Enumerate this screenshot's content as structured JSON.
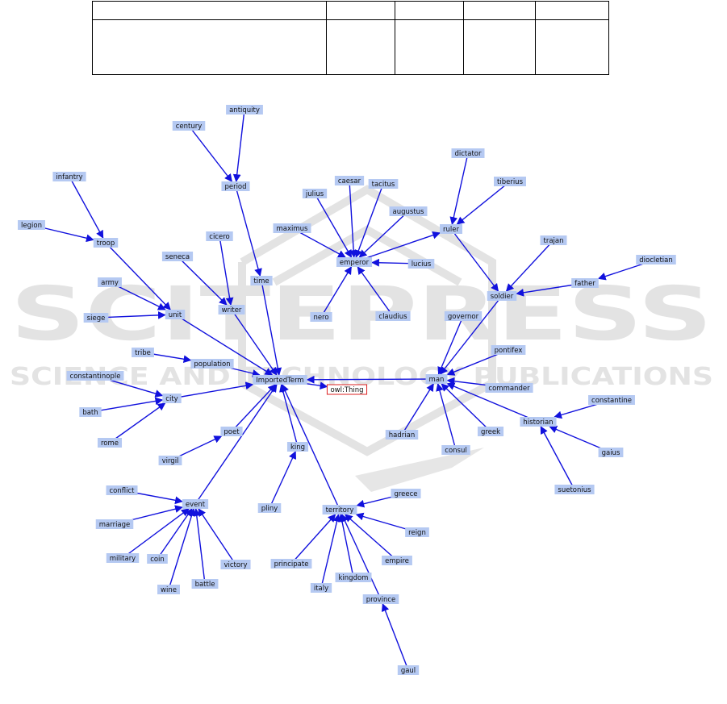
{
  "watermark": {
    "line1": "SCITEPRESS",
    "line2": "SCIENCE AND TECHNOLOGY PUBLICATIONS"
  },
  "colors": {
    "edge": "#1111dd",
    "node_fill": "#b5c9f2",
    "root_border": "#dd2222",
    "watermark": "#e3e3e3"
  },
  "graph": {
    "nodes": [
      {
        "id": "antiquity",
        "label": "antiquity"
      },
      {
        "id": "century",
        "label": "century"
      },
      {
        "id": "period",
        "label": "period"
      },
      {
        "id": "infantry",
        "label": "infantry"
      },
      {
        "id": "legion",
        "label": "legion"
      },
      {
        "id": "troop",
        "label": "troop"
      },
      {
        "id": "cicero",
        "label": "cicero"
      },
      {
        "id": "seneca",
        "label": "seneca"
      },
      {
        "id": "army",
        "label": "army"
      },
      {
        "id": "unit",
        "label": "unit"
      },
      {
        "id": "writer",
        "label": "writer"
      },
      {
        "id": "time",
        "label": "time"
      },
      {
        "id": "siege",
        "label": "siege"
      },
      {
        "id": "tribe",
        "label": "tribe"
      },
      {
        "id": "population",
        "label": "population"
      },
      {
        "id": "constantinople",
        "label": "constantinople"
      },
      {
        "id": "city",
        "label": "city"
      },
      {
        "id": "bath",
        "label": "bath"
      },
      {
        "id": "rome",
        "label": "rome"
      },
      {
        "id": "importedterm",
        "label": "ImportedTerm"
      },
      {
        "id": "owlthing",
        "label": "owl:Thing"
      },
      {
        "id": "poet",
        "label": "poet"
      },
      {
        "id": "virgil",
        "label": "virgil"
      },
      {
        "id": "king",
        "label": "king"
      },
      {
        "id": "pliny",
        "label": "pliny"
      },
      {
        "id": "conflict",
        "label": "conflict"
      },
      {
        "id": "event",
        "label": "event"
      },
      {
        "id": "marriage",
        "label": "marriage"
      },
      {
        "id": "military",
        "label": "military"
      },
      {
        "id": "coin",
        "label": "coin"
      },
      {
        "id": "wine",
        "label": "wine"
      },
      {
        "id": "battle",
        "label": "battle"
      },
      {
        "id": "victory",
        "label": "victory"
      },
      {
        "id": "territory",
        "label": "territory"
      },
      {
        "id": "greece",
        "label": "greece"
      },
      {
        "id": "reign",
        "label": "reign"
      },
      {
        "id": "empire",
        "label": "empire"
      },
      {
        "id": "principate",
        "label": "principate"
      },
      {
        "id": "italy",
        "label": "italy"
      },
      {
        "id": "kingdom",
        "label": "kingdom"
      },
      {
        "id": "province",
        "label": "province"
      },
      {
        "id": "gaul",
        "label": "gaul"
      },
      {
        "id": "caesar",
        "label": "caesar"
      },
      {
        "id": "tacitus",
        "label": "tacitus"
      },
      {
        "id": "julius",
        "label": "julius"
      },
      {
        "id": "augustus",
        "label": "augustus"
      },
      {
        "id": "maximus",
        "label": "maximus"
      },
      {
        "id": "emperor",
        "label": "emperor"
      },
      {
        "id": "lucius",
        "label": "lucius"
      },
      {
        "id": "nero",
        "label": "nero"
      },
      {
        "id": "claudius",
        "label": "claudius"
      },
      {
        "id": "dictator",
        "label": "dictator"
      },
      {
        "id": "tiberius",
        "label": "tiberius"
      },
      {
        "id": "ruler",
        "label": "ruler"
      },
      {
        "id": "trajan",
        "label": "trajan"
      },
      {
        "id": "diocletian",
        "label": "diocletian"
      },
      {
        "id": "father",
        "label": "father"
      },
      {
        "id": "soldier",
        "label": "soldier"
      },
      {
        "id": "governor",
        "label": "governor"
      },
      {
        "id": "pontifex",
        "label": "pontifex"
      },
      {
        "id": "man",
        "label": "man"
      },
      {
        "id": "commander",
        "label": "commander"
      },
      {
        "id": "constantine",
        "label": "constantine"
      },
      {
        "id": "historian",
        "label": "historian"
      },
      {
        "id": "hadrian",
        "label": "hadrian"
      },
      {
        "id": "greek",
        "label": "greek"
      },
      {
        "id": "consul",
        "label": "consul"
      },
      {
        "id": "gaius",
        "label": "gaius"
      },
      {
        "id": "suetonius",
        "label": "suetonius"
      }
    ],
    "edges": [
      [
        "antiquity",
        "period"
      ],
      [
        "century",
        "period"
      ],
      [
        "period",
        "time"
      ],
      [
        "time",
        "importedterm"
      ],
      [
        "infantry",
        "troop"
      ],
      [
        "legion",
        "troop"
      ],
      [
        "troop",
        "unit"
      ],
      [
        "army",
        "unit"
      ],
      [
        "siege",
        "unit"
      ],
      [
        "unit",
        "importedterm"
      ],
      [
        "cicero",
        "writer"
      ],
      [
        "seneca",
        "writer"
      ],
      [
        "writer",
        "importedterm"
      ],
      [
        "tribe",
        "population"
      ],
      [
        "population",
        "importedterm"
      ],
      [
        "constantinople",
        "city"
      ],
      [
        "bath",
        "city"
      ],
      [
        "rome",
        "city"
      ],
      [
        "city",
        "importedterm"
      ],
      [
        "virgil",
        "poet"
      ],
      [
        "poet",
        "importedterm"
      ],
      [
        "pliny",
        "king"
      ],
      [
        "king",
        "importedterm"
      ],
      [
        "conflict",
        "event"
      ],
      [
        "marriage",
        "event"
      ],
      [
        "military",
        "event"
      ],
      [
        "coin",
        "event"
      ],
      [
        "wine",
        "event"
      ],
      [
        "battle",
        "event"
      ],
      [
        "victory",
        "event"
      ],
      [
        "event",
        "importedterm"
      ],
      [
        "greece",
        "territory"
      ],
      [
        "reign",
        "territory"
      ],
      [
        "empire",
        "territory"
      ],
      [
        "principate",
        "territory"
      ],
      [
        "italy",
        "territory"
      ],
      [
        "kingdom",
        "territory"
      ],
      [
        "province",
        "territory"
      ],
      [
        "gaul",
        "province"
      ],
      [
        "territory",
        "importedterm"
      ],
      [
        "importedterm",
        "owlthing"
      ],
      [
        "man",
        "importedterm"
      ],
      [
        "caesar",
        "emperor"
      ],
      [
        "tacitus",
        "emperor"
      ],
      [
        "julius",
        "emperor"
      ],
      [
        "augustus",
        "emperor"
      ],
      [
        "maximus",
        "emperor"
      ],
      [
        "lucius",
        "emperor"
      ],
      [
        "nero",
        "emperor"
      ],
      [
        "claudius",
        "emperor"
      ],
      [
        "emperor",
        "ruler"
      ],
      [
        "dictator",
        "ruler"
      ],
      [
        "tiberius",
        "ruler"
      ],
      [
        "ruler",
        "soldier"
      ],
      [
        "trajan",
        "soldier"
      ],
      [
        "father",
        "soldier"
      ],
      [
        "diocletian",
        "father"
      ],
      [
        "soldier",
        "man"
      ],
      [
        "governor",
        "man"
      ],
      [
        "pontifex",
        "man"
      ],
      [
        "commander",
        "man"
      ],
      [
        "historian",
        "man"
      ],
      [
        "hadrian",
        "man"
      ],
      [
        "greek",
        "man"
      ],
      [
        "consul",
        "man"
      ],
      [
        "constantine",
        "historian"
      ],
      [
        "gaius",
        "historian"
      ],
      [
        "suetonius",
        "historian"
      ]
    ]
  }
}
